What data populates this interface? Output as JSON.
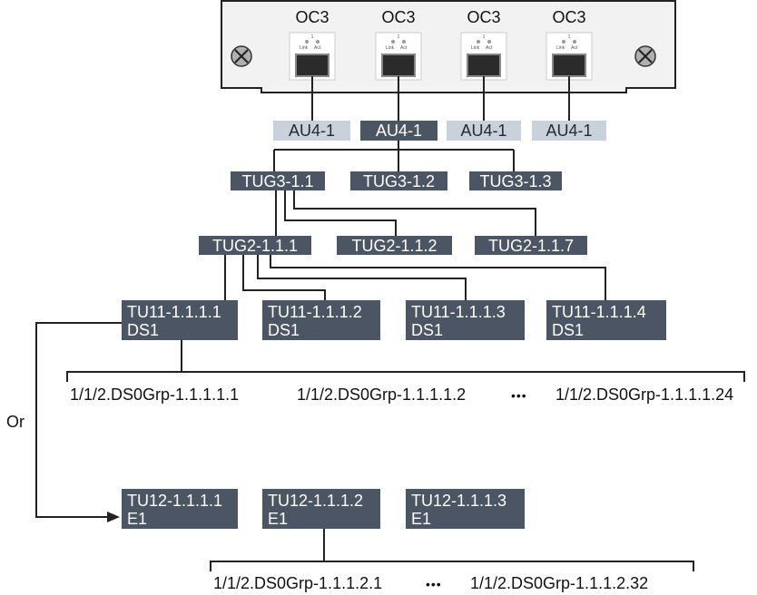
{
  "card": {
    "ports": [
      {
        "title": "OC3",
        "num": "1",
        "link": "Link",
        "act": "Act"
      },
      {
        "title": "OC3",
        "num": "1",
        "link": "Link",
        "act": "Act"
      },
      {
        "title": "OC3",
        "num": "1",
        "link": "Link",
        "act": "Act"
      },
      {
        "title": "OC3",
        "num": "1",
        "link": "Link",
        "act": "Act"
      }
    ]
  },
  "au4": [
    "AU4-1",
    "AU4-1",
    "AU4-1",
    "AU4-1"
  ],
  "tug3": [
    "TUG3-1.1",
    "TUG3-1.2",
    "TUG3-1.3"
  ],
  "tug2": [
    "TUG2-1.1.1",
    "TUG2-1.1.2",
    "TUG2-1.1.7"
  ],
  "tu11": [
    {
      "name": "TU11-1.1.1.1",
      "type": "DS1"
    },
    {
      "name": "TU11-1.1.1.2",
      "type": "DS1"
    },
    {
      "name": "TU11-1.1.1.3",
      "type": "DS1"
    },
    {
      "name": "TU11-1.1.1.4",
      "type": "DS1"
    }
  ],
  "ds1_channels": [
    "1/1/2.DS0Grp-1.1.1.1.1",
    "1/1/2.DS0Grp-1.1.1.1.2",
    "1/1/2.DS0Grp-1.1.1.1.24"
  ],
  "ds1_ellipsis": "•••",
  "or_label": "Or",
  "tu12": [
    {
      "name": "TU12-1.1.1.1",
      "type": "E1"
    },
    {
      "name": "TU12-1.1.1.2",
      "type": "E1"
    },
    {
      "name": "TU12-1.1.1.3",
      "type": "E1"
    }
  ],
  "e1_channels": [
    "1/1/2.DS0Grp-1.1.1.2.1",
    "1/1/2.DS0Grp-1.1.1.2.32"
  ],
  "e1_ellipsis": "•••",
  "colors": {
    "dark_box": "#4b5563",
    "light_box": "#c9d2da",
    "card": "#f2f2f2",
    "line": "#222222"
  }
}
